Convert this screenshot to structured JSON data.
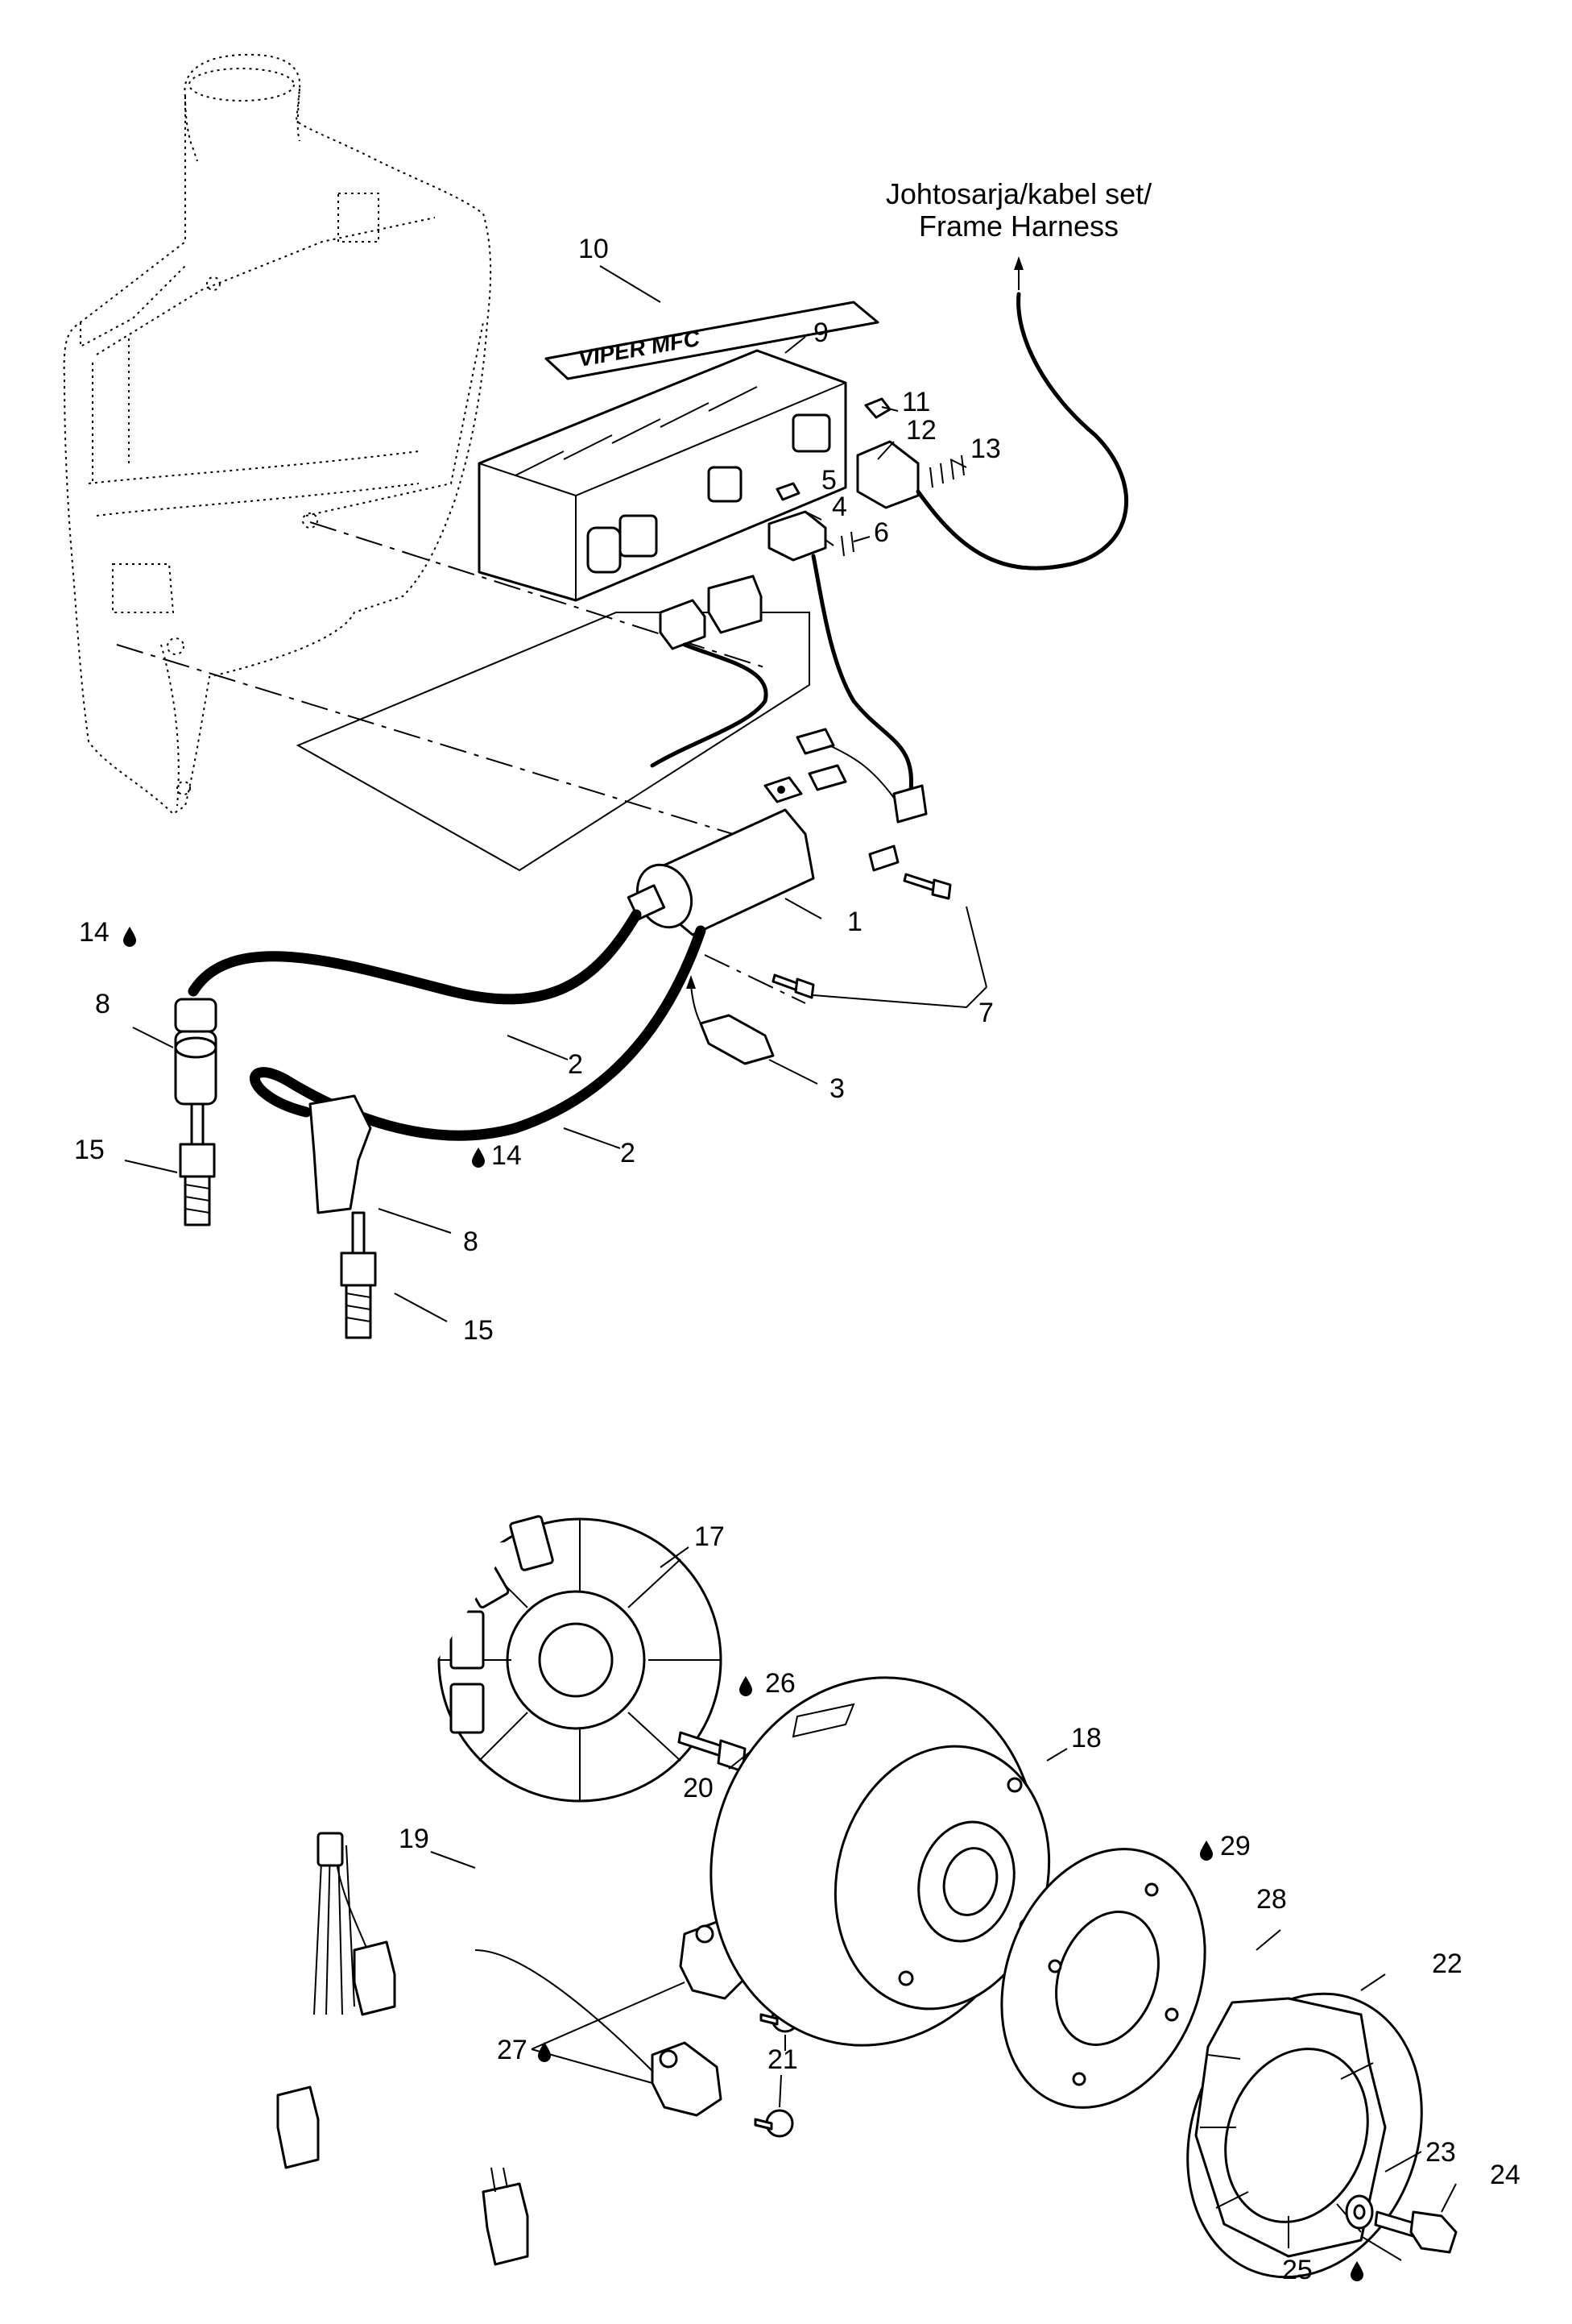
{
  "harness_label": {
    "line1": "Johtosarja/kabel set/",
    "line2": "Frame Harness"
  },
  "callouts": {
    "c1": "1",
    "c2a": "2",
    "c2b": "2",
    "c3": "3",
    "c4": "4",
    "c5": "5",
    "c6": "6",
    "c7": "7",
    "c8a": "8",
    "c8b": "8",
    "c9": "9",
    "c10": "10",
    "c11": "11",
    "c12": "12",
    "c13": "13",
    "c14a": "14",
    "c14b": "14",
    "c15a": "15",
    "c15b": "15",
    "c17": "17",
    "c18": "18",
    "c19": "19",
    "c20": "20",
    "c21": "21",
    "c22": "22",
    "c23": "23",
    "c24": "24",
    "c25": "25",
    "c26": "26",
    "c27": "27",
    "c28": "28",
    "c29": "29"
  },
  "logo_text": "VIPER MFC",
  "icons": {
    "drop": "fluid-drop-icon"
  }
}
